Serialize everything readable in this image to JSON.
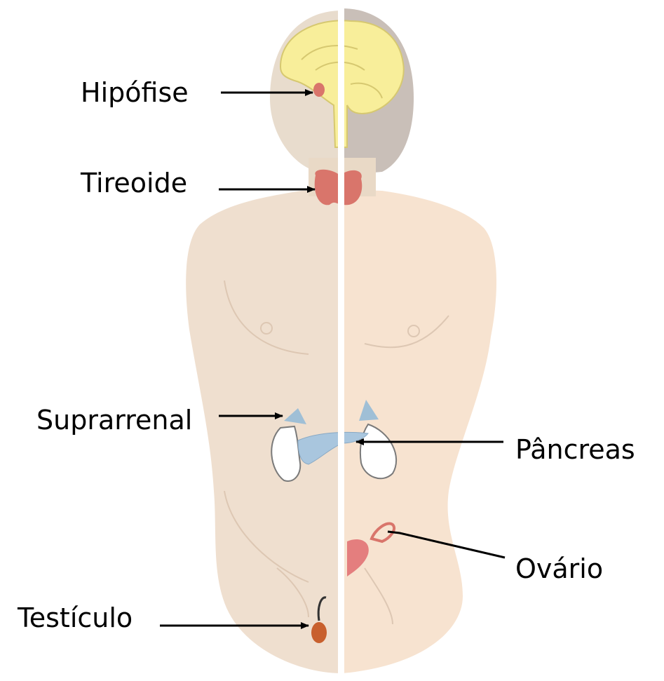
{
  "labels": {
    "pituitary": "Hipófise",
    "thyroid": "Tireoide",
    "adrenal": "Suprarrenal",
    "pancreas": "Pâncreas",
    "ovary": "Ovário",
    "testicle": "Testículo"
  },
  "colors": {
    "body_male": "#eedccb",
    "body_female": "#f6e1cd",
    "head_shadow": "#cfc5bd",
    "brain": "#f8ee9a",
    "gland_red": "#d9756b",
    "pancreas": "#a9c6de",
    "adrenal": "#9fbfd6",
    "testicle": "#c8602e",
    "outline": "#d7c2ae",
    "divider": "#ffffff",
    "arrow": "#000000"
  }
}
